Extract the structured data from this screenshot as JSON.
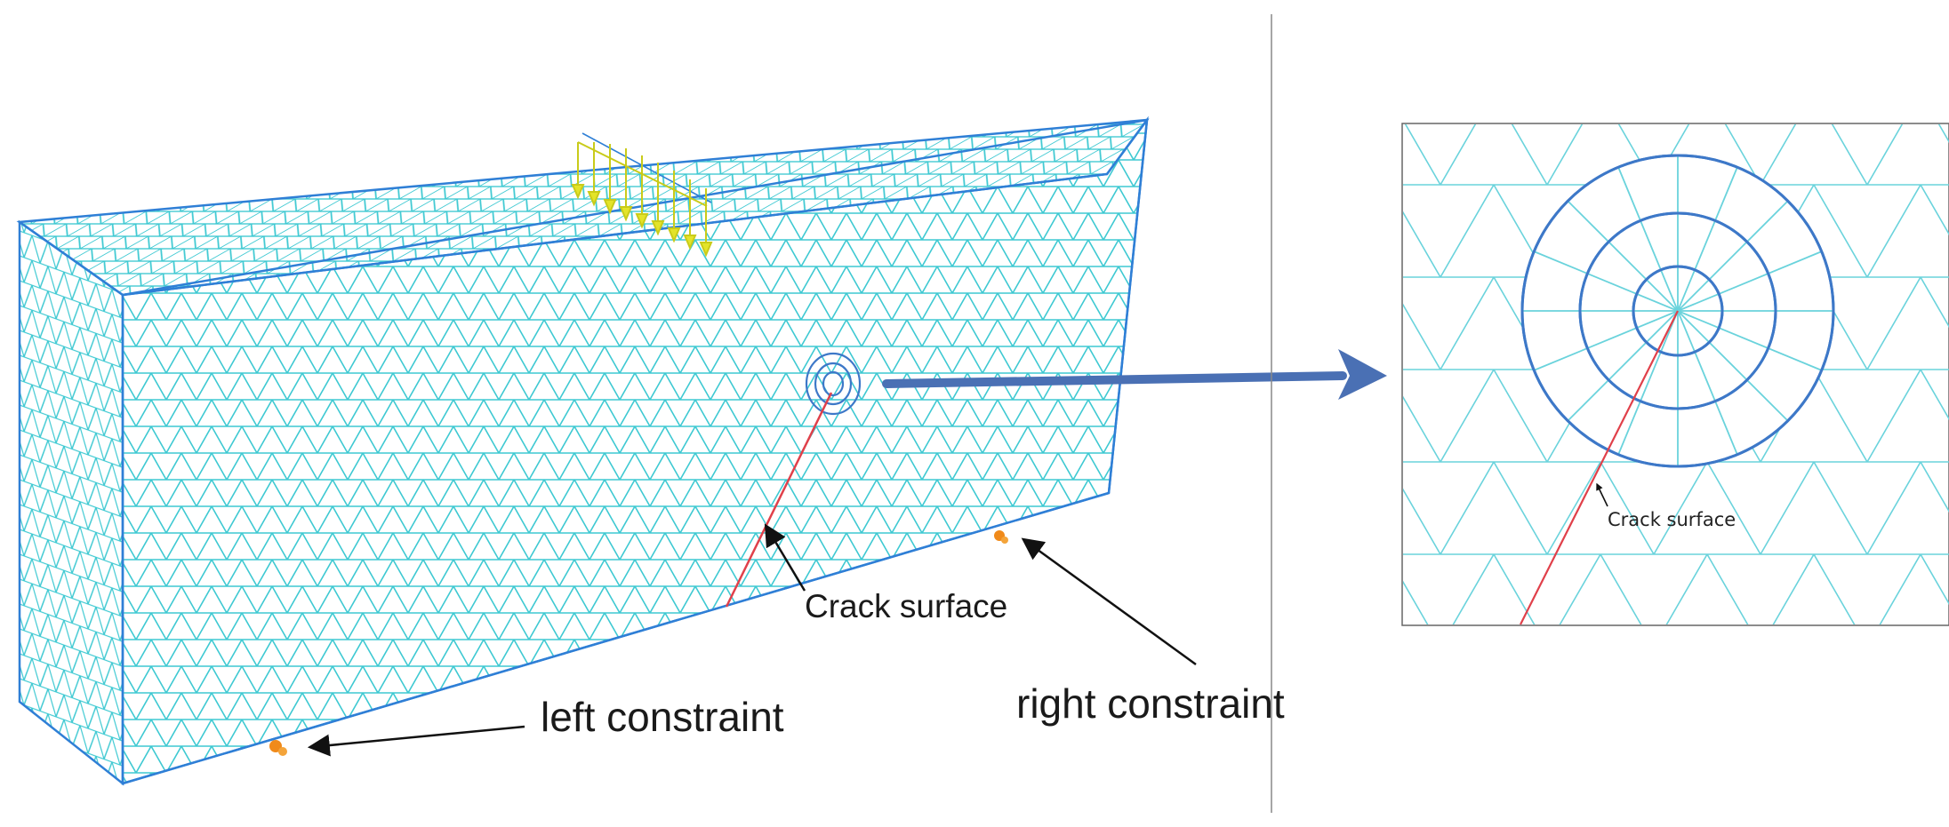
{
  "labels": {
    "crack_surface_main": "Crack surface",
    "left_constraint": "left constraint",
    "right_constraint": "right constraint",
    "crack_surface_zoom": "Crack surface"
  },
  "colors": {
    "mesh": "#3ec9d2",
    "mesh_edge": "#2f7fd6",
    "crack": "#e0404a",
    "load": "#e3e42a",
    "constraint": "#f08a1a",
    "arrow_blue": "#4a70b4",
    "ring": "#3d78c8"
  }
}
